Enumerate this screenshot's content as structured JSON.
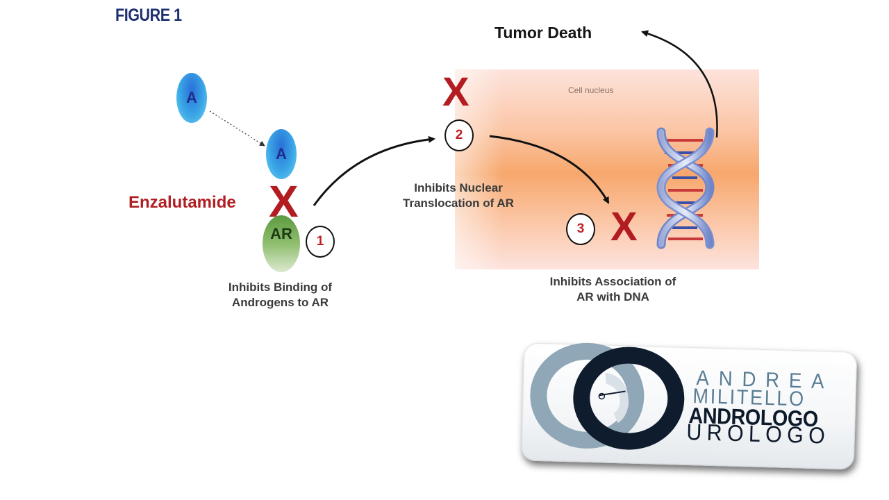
{
  "figure": {
    "title": "FIGURE 1"
  },
  "nodes": {
    "androgen_free": "A",
    "androgen_bound": "A",
    "receptor": "AR",
    "drug": "Enzalutamide",
    "nucleus": "Cell nucleus",
    "outcome": "Tumor Death",
    "block_mark": "X"
  },
  "steps": [
    {
      "number": "1",
      "caption_line1": "Inhibits Binding of",
      "caption_line2": "Androgens to AR"
    },
    {
      "number": "2",
      "caption_line1": "Inhibits Nuclear",
      "caption_line2": "Translocation of AR"
    },
    {
      "number": "3",
      "caption_line1": "Inhibits Association of",
      "caption_line2": "AR with DNA"
    }
  ],
  "logo": {
    "line1": "ANDREA",
    "line2": "MILITELLO",
    "line3": "ANDROLOGO",
    "line4": "UROLOGO"
  },
  "colors": {
    "title_blue": "#1e2f6e",
    "drug_red": "#b01e24",
    "androgen_blue": "#3aa6e6",
    "receptor_green": "#6ea84f",
    "nucleus_orange": "#f7a76c",
    "dna_blue": "#6f86c9",
    "logo_slate": "#5a7d93",
    "logo_navy": "#0d1a2a"
  },
  "icons": [
    "dna-helix-icon",
    "block-x-icon",
    "logo-monogram-icon"
  ]
}
